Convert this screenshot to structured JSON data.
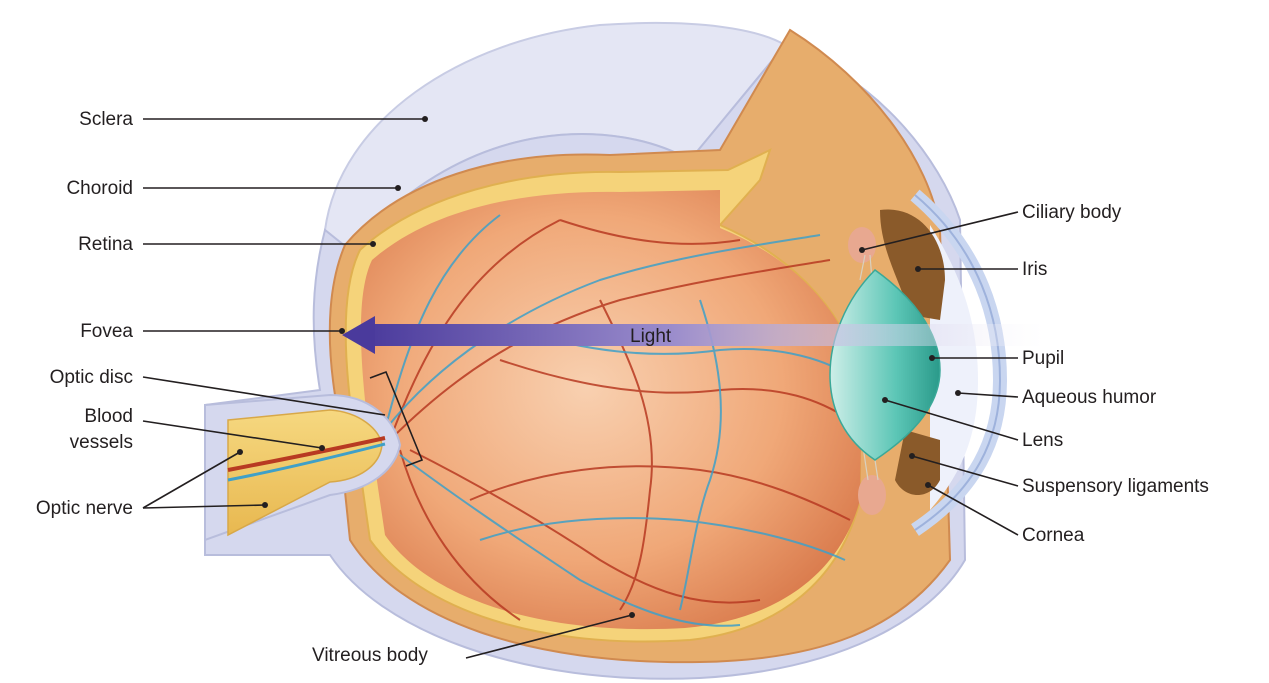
{
  "diagram": {
    "labels": {
      "sclera": "Sclera",
      "choroid": "Choroid",
      "retina": "Retina",
      "fovea": "Fovea",
      "optic_disc": "Optic disc",
      "blood_vessels_line1": "Blood",
      "blood_vessels_line2": "vessels",
      "optic_nerve": "Optic nerve",
      "vitreous_body": "Vitreous body",
      "ciliary_body": "Ciliary body",
      "iris": "Iris",
      "pupil": "Pupil",
      "aqueous_humor": "Aqueous humor",
      "lens": "Lens",
      "suspensory_ligaments": "Suspensory ligaments",
      "cornea": "Cornea",
      "light": "Light"
    },
    "colors": {
      "sclera": "#dcdff0",
      "choroid": "#e8b070",
      "retina": "#f4d27a",
      "vitreous": "#f0a070",
      "vessel_red": "#b83a22",
      "vessel_blue": "#3fa0c8",
      "lens": "#5ac8b8",
      "iris": "#8a5a2a",
      "light_arrow": "#5a4aa8",
      "leader": "#231f20"
    }
  }
}
